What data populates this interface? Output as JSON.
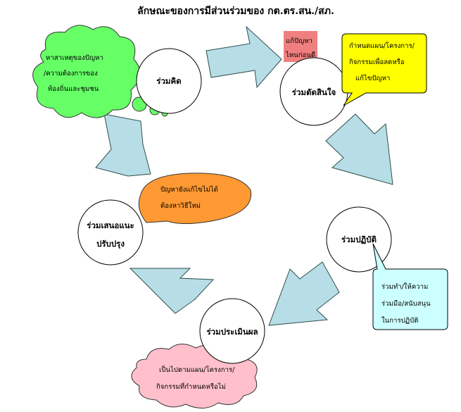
{
  "title": "ลักษณะของการมีส่วนร่วมของ กต.ตร.สน./สภ.",
  "stages": {
    "think": "ร่วมคิด",
    "decide": "ร่วมตัดสินใจ",
    "act": "ร่วมปฏิบัติ",
    "evaluate": "ร่วมประเมินผล",
    "suggest_line1": "ร่วมเสนอแนะ",
    "suggest_line2": "ปรับปรุง"
  },
  "notes": {
    "think": [
      "หาสาเหตุของปัญหา",
      "/ความต้องการของ",
      "ท้องถิ่นและชุมชน"
    ],
    "priority": [
      "แก้ปัญหา",
      "ไหนก่อนดี"
    ],
    "decide": [
      "กำหนดแผน/โครงการ/",
      "กิจกรรมเพื่อลดหรือ",
      "แก้ไขปัญหา"
    ],
    "act": [
      "ร่วมทำ/ให้ความ",
      "ร่วมมือ/สนับสนุน",
      "ในการปฏิบัติ"
    ],
    "evaluate": [
      "เป็นไปตามแผน/โครงการ/",
      "กิจกรรมที่กำหนดหรือไม่"
    ],
    "suggest": [
      "ปัญหายังแก้ไขไม่ได้",
      "ต้องหาวิธีใหม่"
    ]
  },
  "colors": {
    "arrow_fill": "#b7dde6",
    "think_cloud": "#66ff66",
    "priority_box": "#f08080",
    "decide_bubble": "#ffff00",
    "act_bubble": "#ccffff",
    "evaluate_cloud": "#ffc0cb",
    "suggest_bubble": "#ff9933"
  }
}
